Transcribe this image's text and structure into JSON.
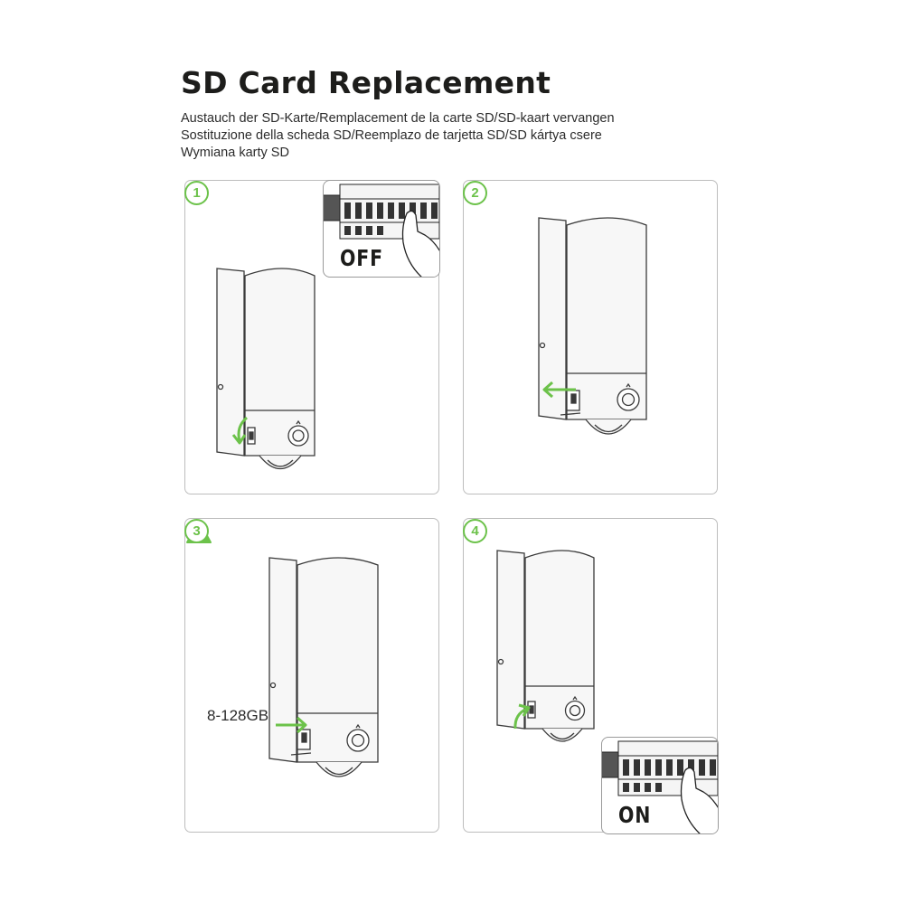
{
  "page": {
    "title": "SD Card Replacement",
    "subtitle_lines": [
      "Austauch der SD-Karte/Remplacement de la carte SD/SD-kaart vervangen",
      "Sostituzione della scheda SD/Reemplazo de tarjetta SD/SD kártya csere",
      "Wymiana karty SD"
    ]
  },
  "colors": {
    "accent": "#6cc24a",
    "line": "#3a3a3a",
    "border": "#bdbdbd",
    "camera_fill": "#f7f7f7"
  },
  "steps": [
    {
      "number": "1",
      "inset_label": "OFF",
      "arrow": "curved-down"
    },
    {
      "number": "2",
      "arrow": "left"
    },
    {
      "number": "3",
      "warning_icon": "warning-triangle-icon",
      "capacity_label": "8-128GB",
      "arrow": "right"
    },
    {
      "number": "4",
      "inset_label": "ON",
      "arrow": "curved-up"
    }
  ]
}
